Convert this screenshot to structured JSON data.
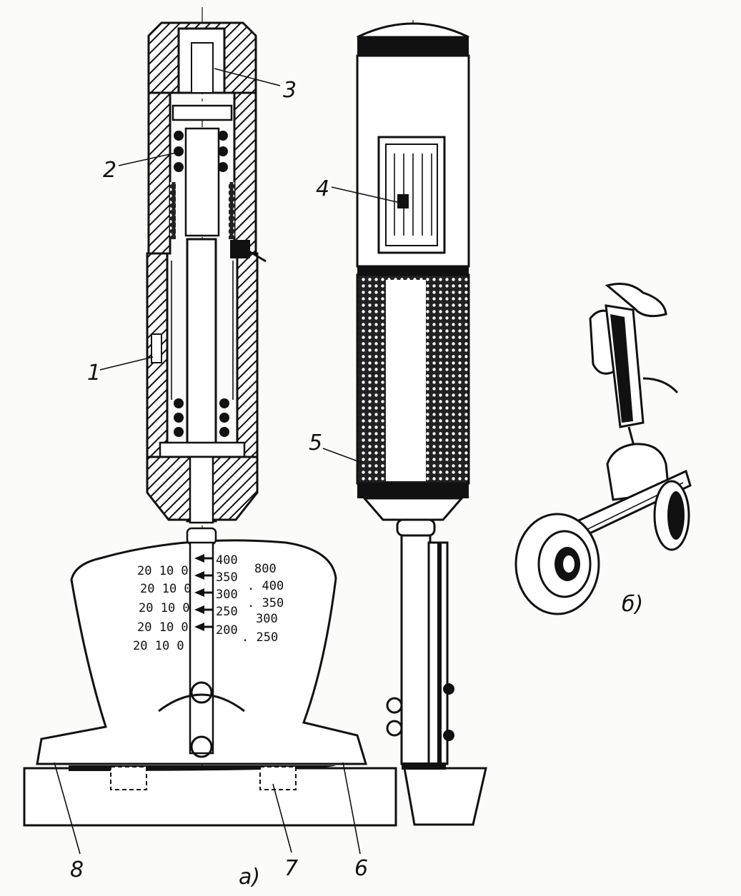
{
  "labels": {
    "callout_1": "1",
    "callout_2": "2",
    "callout_3": "3",
    "callout_4": "4",
    "callout_5": "5",
    "callout_6": "6",
    "callout_7": "7",
    "callout_8": "8",
    "view_a": "а)",
    "view_b": "б)"
  },
  "scale_rows": [
    {
      "left": "20 10 0",
      "mid": "400",
      "right": "800"
    },
    {
      "left": "20 10 0",
      "mid": "350",
      "right": ". 400"
    },
    {
      "left": "20 10 0",
      "mid": "300",
      "right": ". 350"
    },
    {
      "left": "20 10 0",
      "mid": "250",
      "right": "300"
    },
    {
      "left": "20 10 0",
      "mid": "200",
      "right": ". 250"
    }
  ]
}
